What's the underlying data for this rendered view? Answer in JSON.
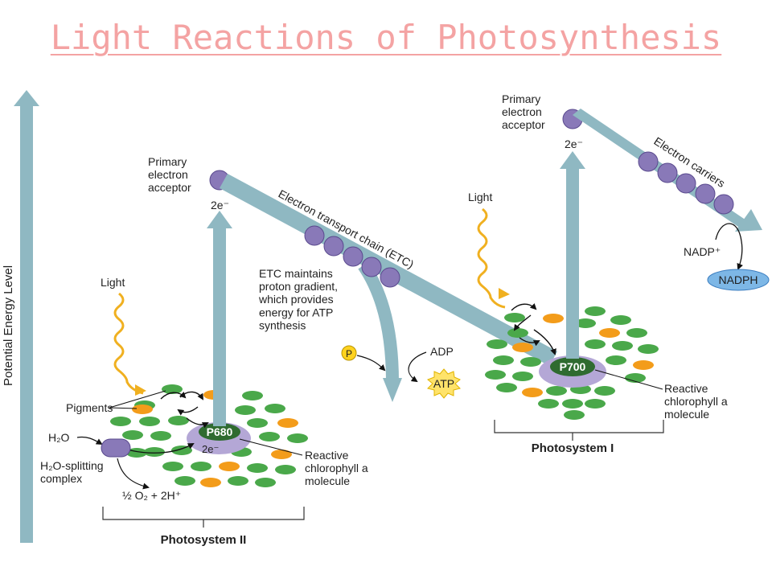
{
  "title": "Light Reactions of Photosynthesis",
  "axis_label": "Potential Energy Level",
  "colors": {
    "arrow": "#8fb8c2",
    "carrier": "#8979b8",
    "carrier_stroke": "#5a4a8e",
    "pigment_green": "#4aa84a",
    "pigment_orange": "#f39c1a",
    "halo": "#b4a7d6",
    "reaction_center": "#2f6b30",
    "light": "#f0b020",
    "nadph": "#7db7e6",
    "atp": "#ffe36a",
    "phosphate": "#ffd21f"
  },
  "photosystem2": {
    "primary_acceptor": "Primary\nelectron\nacceptor",
    "electrons": "2e⁻",
    "light": "Light",
    "pigments": "Pigments",
    "water": "H₂O",
    "splitting_complex": "H₂O-splitting\ncomplex",
    "products": "½ O₂ + 2H⁺",
    "reaction_center": "P680",
    "reaction_electrons": "2e⁻",
    "reactive_label": "Reactive\nchlorophyll a\nmolecule",
    "name": "Photosystem II"
  },
  "etc": {
    "label": "Electron transport chain (ETC)",
    "note": "ETC maintains\nproton gradient,\nwhich provides\nenergy for ATP\nsynthesis",
    "phosphate": "P",
    "adp": "ADP",
    "atp": "ATP"
  },
  "photosystem1": {
    "primary_acceptor": "Primary\nelectron\nacceptor",
    "electrons": "2e⁻",
    "light": "Light",
    "reaction_center": "P700",
    "reactive_label": "Reactive\nchlorophyll a\nmolecule",
    "name": "Photosystem I",
    "carriers_label": "Electron carriers",
    "nadp": "NADP⁺",
    "nadph": "NADPH"
  }
}
